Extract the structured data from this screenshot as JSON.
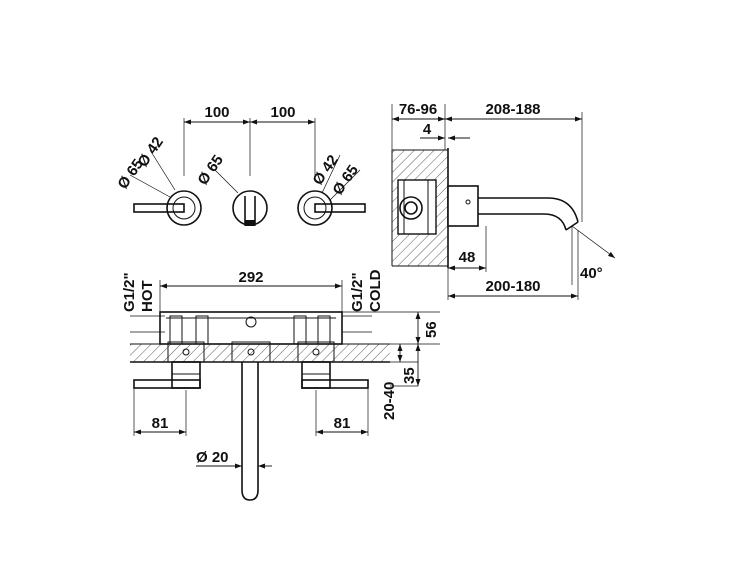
{
  "top_view": {
    "spacing_left": "100",
    "spacing_right": "100",
    "left_diam_inner": "Ø 42",
    "left_diam_outer": "Ø 65",
    "center_diam": "Ø 65",
    "right_diam_inner": "Ø 42",
    "right_diam_outer": "Ø 65"
  },
  "side_view": {
    "wall_range": "76-96",
    "offset": "4",
    "spout_reach_top": "208-188",
    "body_depth": "48",
    "spout_reach_bottom": "200-180",
    "angle": "40°"
  },
  "front_view": {
    "overall_width": "292",
    "hot_thread": "G1/2\"",
    "hot_label": "HOT",
    "cold_thread": "G1/2\"",
    "cold_label": "COLD",
    "height_56": "56",
    "height_35": "35",
    "height_20_40": "20-40",
    "left_81": "81",
    "right_81": "81",
    "spout_diam": "Ø 20"
  }
}
